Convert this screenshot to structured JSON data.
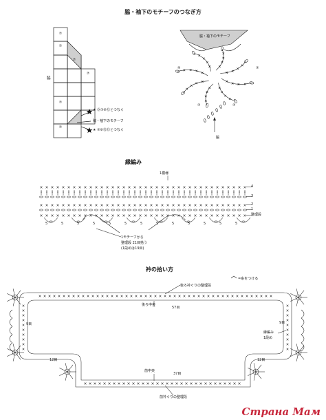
{
  "colors": {
    "ink": "#222222",
    "shade": "#cfcfcf",
    "watermark": "#c8283c",
    "star": "#111111"
  },
  "section1": {
    "title": "脇・袖下のモチーフのつなぎ方",
    "side_label": "脇",
    "shaded_label": "脇・袖下のモチーフ",
    "note_top": "★ ⓪⑦⑥⑫とつなぐ",
    "note_bottom": "★ ⑦⑥⑫⑬とつなぐ",
    "motif_label": "脇・袖下のモチーフ",
    "bottom_label": "脇",
    "grid_marks": [
      "⑦",
      "⑦",
      "⑦",
      "⑦",
      "⑦",
      "⑦"
    ],
    "flower_marks": [
      "④",
      "⑦",
      "⑦",
      "⑦"
    ]
  },
  "section2": {
    "title": "縁編み",
    "note_top": "1模様",
    "row_labels": [
      "4",
      "3",
      "2",
      "1",
      "整理段"
    ],
    "repeat_marks": [
      "5",
      "5",
      "5",
      "5",
      "5",
      "5",
      "5",
      "5",
      "5",
      "5",
      "5",
      "5",
      "5"
    ],
    "note_bottom_1": "1モチーフから",
    "note_bottom_2": "整理段 21目拾う",
    "note_bottom_3": "(1段めは19目)"
  },
  "section3": {
    "title": "衿の拾い方",
    "legend": "=糸をつける",
    "back_row": "後ろ衿ぐりの整理段",
    "back_center": "後ろ中央",
    "back_count": "57目",
    "left_count": "9目",
    "right_label_1": "縁編み",
    "right_label_2": "1段め",
    "right_count": "9目",
    "lower_left": "12目",
    "lower_right": "12目",
    "front_center": "前中央",
    "front_count": "37目",
    "front_row": "前衿ぐりの整理段"
  },
  "watermark": "Страна Мам"
}
